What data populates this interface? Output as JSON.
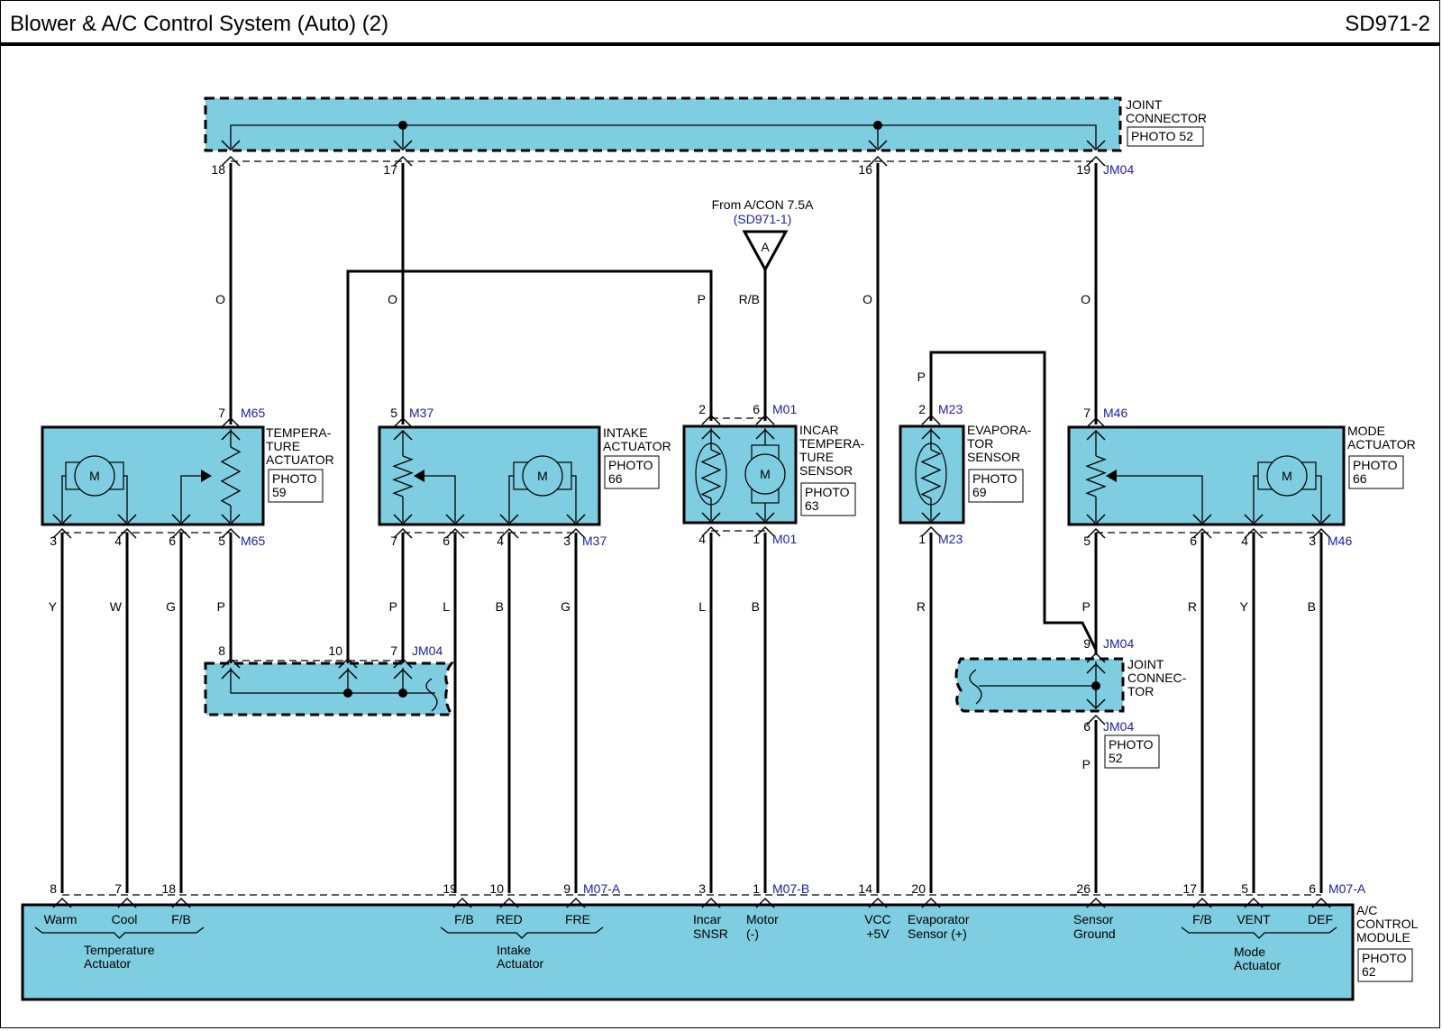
{
  "header": {
    "title": "Blower & A/C Control System (Auto) (2)",
    "code": "SD971-2"
  },
  "colors": {
    "fill": "#7ecde0",
    "wire": "#000000",
    "connector_text": "#2020a0"
  },
  "top_joint": {
    "label": [
      "JOINT",
      "CONNECTOR"
    ],
    "photo": "PHOTO 52",
    "connector": "JM04",
    "pins": [
      {
        "pin": "18",
        "wire": "O"
      },
      {
        "pin": "17",
        "wire": "O"
      },
      {
        "pin": "16",
        "wire": "O"
      },
      {
        "pin": "19",
        "wire": "O"
      }
    ]
  },
  "source": {
    "text": "From A/CON 7.5A",
    "ref": "(SD971-1)",
    "symbol": "A",
    "wire": "R/B"
  },
  "components": {
    "temp_actuator": {
      "label": [
        "TEMPERA-",
        "TURE",
        "ACTUATOR"
      ],
      "photo": [
        "PHOTO",
        "59"
      ],
      "connector": "M65",
      "top_pin": "7",
      "bottom_pins": [
        "3",
        "4",
        "6",
        "5"
      ],
      "wires": [
        "Y",
        "W",
        "G",
        "P"
      ]
    },
    "intake_actuator": {
      "label": [
        "INTAKE",
        "ACTUATOR"
      ],
      "photo": [
        "PHOTO",
        "66"
      ],
      "connector": "M37",
      "top_pin": "5",
      "bottom_pins": [
        "7",
        "6",
        "4",
        "3"
      ],
      "wires": [
        "P",
        "L",
        "B",
        "G"
      ]
    },
    "incar_sensor": {
      "label": [
        "INCAR",
        "TEMPERA-",
        "TURE",
        "SENSOR"
      ],
      "photo": [
        "PHOTO",
        "63"
      ],
      "connector": "M01",
      "top_pins": [
        "2",
        "6"
      ],
      "bottom_pins": [
        "4",
        "1"
      ],
      "top_wires": [
        "P",
        "R/B"
      ],
      "wires": [
        "L",
        "B"
      ]
    },
    "evap_sensor": {
      "label": [
        "EVAPORA-",
        "TOR",
        "SENSOR"
      ],
      "photo": [
        "PHOTO",
        "69"
      ],
      "connector": "M23",
      "top_pin": "2",
      "bottom_pin": "1",
      "top_wire": "P",
      "wire": "R"
    },
    "mode_actuator": {
      "label": [
        "MODE",
        "ACTUATOR"
      ],
      "photo": [
        "PHOTO",
        "66"
      ],
      "connector": "M46",
      "top_pin": "7",
      "bottom_pins": [
        "5",
        "6",
        "4",
        "3"
      ],
      "wires": [
        "P",
        "R",
        "Y",
        "B"
      ]
    }
  },
  "left_joint": {
    "connector": "JM04",
    "pins": [
      "8",
      "10",
      "7"
    ]
  },
  "right_joint": {
    "label": [
      "JOINT",
      "CONNEC-",
      "TOR"
    ],
    "photo": [
      "PHOTO",
      "52"
    ],
    "connector": "JM04",
    "top_pin": "9",
    "bottom_pin": "6",
    "wire": "P"
  },
  "vcc_wire": "O",
  "module": {
    "label": [
      "A/C",
      "CONTROL",
      "MODULE"
    ],
    "photo": [
      "PHOTO",
      "62"
    ],
    "pins": [
      {
        "pin": "8",
        "name": [
          "Warm"
        ]
      },
      {
        "pin": "7",
        "name": [
          "Cool"
        ]
      },
      {
        "pin": "18",
        "name": [
          "F/B"
        ]
      },
      {
        "pin": "19",
        "name": [
          "F/B"
        ]
      },
      {
        "pin": "10",
        "name": [
          "RED"
        ]
      },
      {
        "pin": "9",
        "name": [
          "FRE"
        ],
        "connector": "M07-A"
      },
      {
        "pin": "3",
        "name": [
          "Incar",
          "SNSR"
        ]
      },
      {
        "pin": "1",
        "name": [
          "Motor",
          "(-)"
        ],
        "connector": "M07-B"
      },
      {
        "pin": "14",
        "name": [
          "VCC",
          "+5V"
        ]
      },
      {
        "pin": "20",
        "name": [
          "Evaporator",
          "Sensor (+)"
        ]
      },
      {
        "pin": "26",
        "name": [
          "Sensor",
          "Ground"
        ]
      },
      {
        "pin": "17",
        "name": [
          "F/B"
        ]
      },
      {
        "pin": "5",
        "name": [
          "VENT"
        ]
      },
      {
        "pin": "6",
        "name": [
          "DEF"
        ],
        "connector": "M07-A"
      }
    ],
    "groups": [
      {
        "name": [
          "Temperature",
          "Actuator"
        ]
      },
      {
        "name": [
          "Intake",
          "Actuator"
        ]
      },
      {
        "name": [
          "Mode",
          "Actuator"
        ]
      }
    ]
  }
}
